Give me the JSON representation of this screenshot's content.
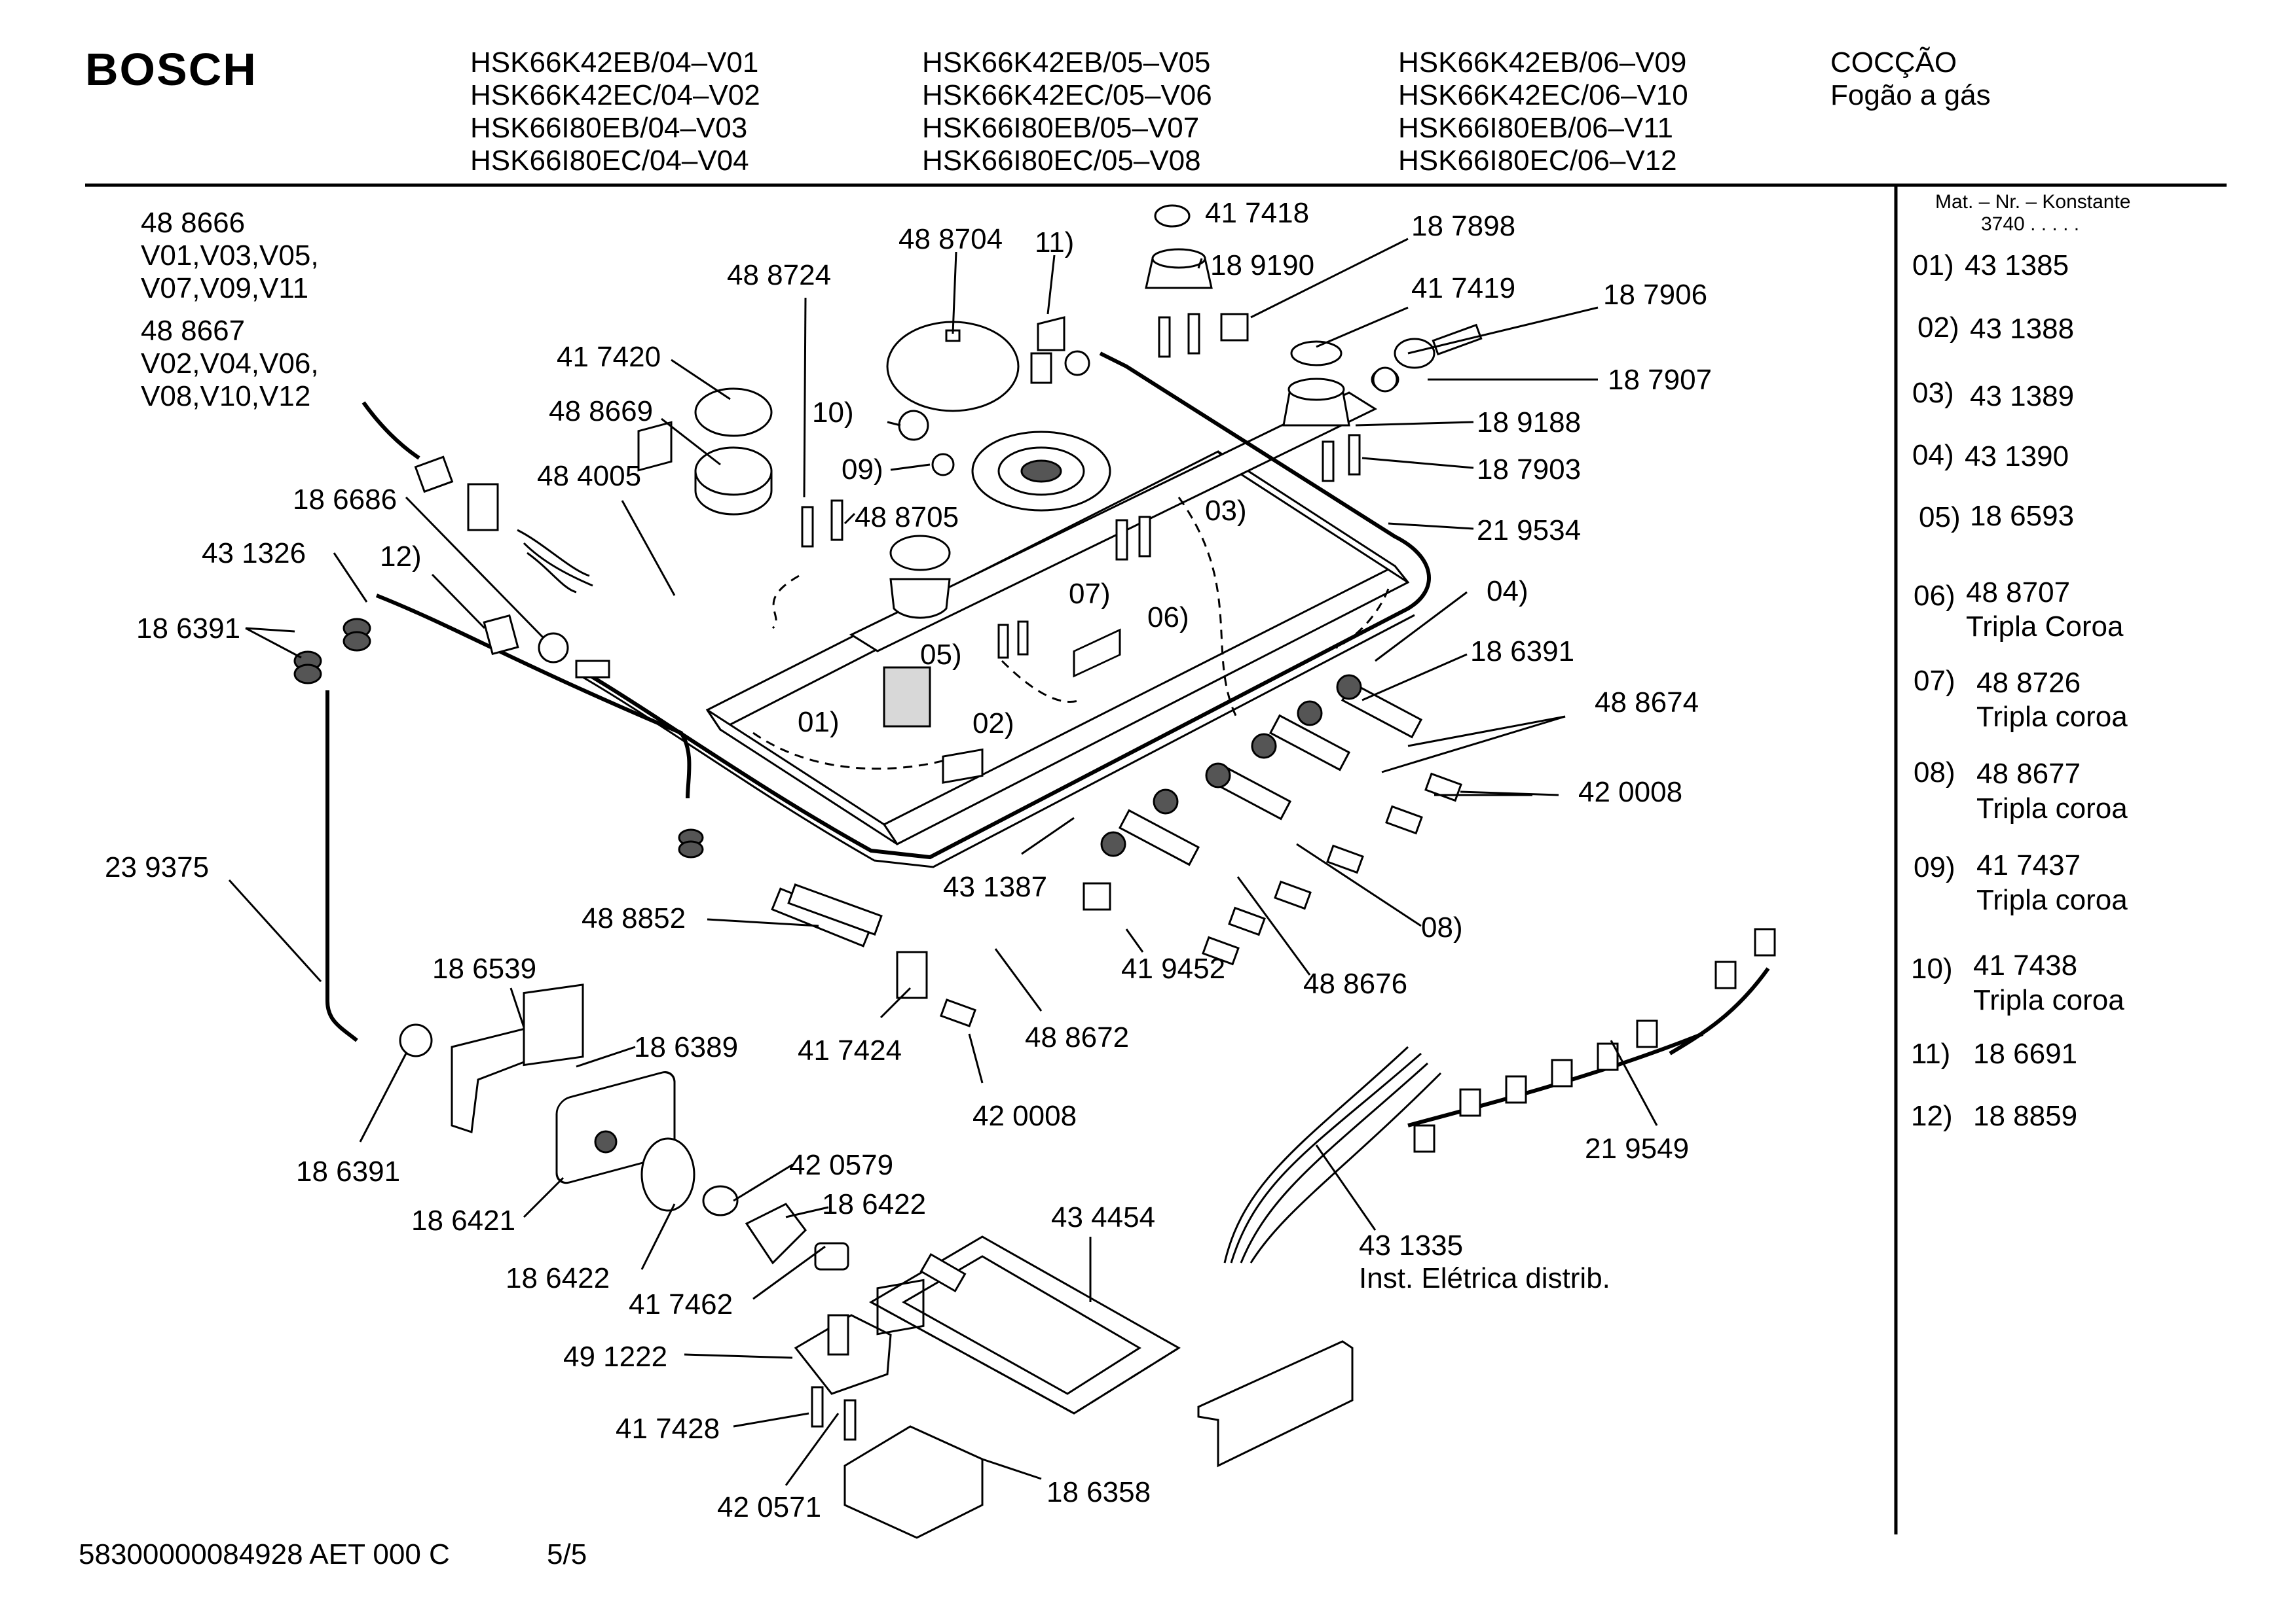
{
  "brand": "BOSCH",
  "models": {
    "col1": [
      "HSK66K42EB/04–V01",
      "HSK66K42EC/04–V02",
      "HSK66I80EB/04–V03",
      "HSK66I80EC/04–V04"
    ],
    "col2": [
      "HSK66K42EB/05–V05",
      "HSK66K42EC/05–V06",
      "HSK66I80EB/05–V07",
      "HSK66I80EC/05–V08"
    ],
    "col3": [
      "HSK66K42EB/06–V09",
      "HSK66K42EC/06–V10",
      "HSK66I80EB/06–V11",
      "HSK66I80EC/06–V12"
    ]
  },
  "category": {
    "title": "COCÇÃO",
    "subtitle": "Fogão a gás"
  },
  "right_panel": {
    "header_line1": "Mat. – Nr. – Konstante",
    "header_line2": "3740  .  .  .  .  .",
    "items": [
      {
        "no": "01)",
        "part": "43 1385",
        "desc": ""
      },
      {
        "no": "02)",
        "part": "43 1388",
        "desc": ""
      },
      {
        "no": "03)",
        "part": "43 1389",
        "desc": ""
      },
      {
        "no": "04)",
        "part": "43 1390",
        "desc": ""
      },
      {
        "no": "05)",
        "part": "18 6593",
        "desc": ""
      },
      {
        "no": "06)",
        "part": "48 8707",
        "desc": "Tripla Coroa"
      },
      {
        "no": "07)",
        "part": "48 8726",
        "desc": "Tripla coroa"
      },
      {
        "no": "08)",
        "part": "48 8677",
        "desc": "Tripla coroa"
      },
      {
        "no": "09)",
        "part": "41 7437",
        "desc": "Tripla coroa"
      },
      {
        "no": "10)",
        "part": "41 7438",
        "desc": "Tripla coroa"
      },
      {
        "no": "11)",
        "part": "18 6691",
        "desc": ""
      },
      {
        "no": "12)",
        "part": "18 8859",
        "desc": ""
      }
    ]
  },
  "callouts": {
    "c488666": "48 8666",
    "c488666v1": "V01,V03,V05,",
    "c488666v2": "V07,V09,V11",
    "c488667": "48 8667",
    "c488667v1": "V02,V04,V06,",
    "c488667v2": "V08,V10,V12",
    "c488724": "48 8724",
    "c488704": "48 8704",
    "c11": "11)",
    "c417418": "41 7418",
    "c189190": "18 9190",
    "c187898": "18 7898",
    "c417419": "41 7419",
    "c187906": "18 7906",
    "c187907": "18 7907",
    "c189188": "18 9188",
    "c187903": "18 7903",
    "c219534": "21 9534",
    "c417420": "41 7420",
    "c488669": "48 8669",
    "c10": "10)",
    "c09": "09)",
    "c484005": "48 4005",
    "c488705": "48 8705",
    "c03": "03)",
    "c186686": "18 6686",
    "c12": "12)",
    "c431326": "43 1326",
    "c186391a": "18 6391",
    "c07": "07)",
    "c06": "06)",
    "c04": "04)",
    "c186391b": "18 6391",
    "c05": "05)",
    "c488674": "48 8674",
    "c01": "01)",
    "c02": "02)",
    "c420008a": "42 0008",
    "c239375": "23 9375",
    "c431387": "43 1387",
    "c488852": "48 8852",
    "c08": "08)",
    "c419452": "41 9452",
    "c488676": "48 8676",
    "c186539": "18 6539",
    "c417424": "41 7424",
    "c488672": "48 8672",
    "c186389": "18 6389",
    "c420008b": "42 0008",
    "c219549": "21 9549",
    "c186391c": "18 6391",
    "c420579": "42 0579",
    "c186421": "18 6421",
    "c186422a": "18 6422",
    "c434454": "43 4454",
    "c431335": "43 1335",
    "c431335d": "Inst. Elétrica distrib.",
    "c186422b": "18 6422",
    "c417462": "41 7462",
    "c491222": "49 1222",
    "c417428": "41 7428",
    "c420571": "42 0571",
    "c186358": "18 6358"
  },
  "footer": {
    "code": "58300000084928 AET 000 C",
    "page": "5/5"
  }
}
